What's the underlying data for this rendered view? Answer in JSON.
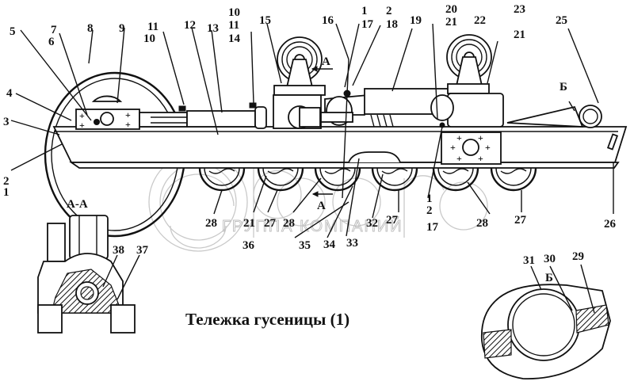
{
  "diagram": {
    "title": "Тележка гусеницы (1)",
    "section_labels": {
      "section_a_a": "А-А",
      "view_b_main": "Б",
      "view_b_detail": "Б",
      "arrow_a_top": "А",
      "arrow_a_bottom": "А"
    },
    "watermark": {
      "text": "ГРУППА КОМПАНИЙ",
      "brand_shape": "belarpo-logo"
    },
    "callouts_top": [
      "5",
      "7",
      "6",
      "8",
      "9",
      "11",
      "10",
      "12",
      "13",
      "10",
      "11",
      "14",
      "15",
      "16",
      "1",
      "17",
      "2",
      "18",
      "19",
      "20",
      "21",
      "22",
      "23",
      "21",
      "25",
      "Б"
    ],
    "callouts_left": [
      "4",
      "3",
      "2",
      "1"
    ],
    "callouts_bottom": [
      "28",
      "21",
      "27",
      "28",
      "36",
      "35",
      "34",
      "33",
      "32",
      "27",
      "1",
      "2",
      "17",
      "28",
      "27",
      "26"
    ],
    "callouts_section_aa": [
      "38",
      "37"
    ],
    "callouts_detail_b": [
      "31",
      "30",
      "29"
    ],
    "labels": {
      "c1": "1",
      "c2": "2",
      "c3": "3",
      "c4": "4",
      "c5": "5",
      "c6": "6",
      "c7": "7",
      "c8": "8",
      "c9": "9",
      "c10a": "10",
      "c11a": "11",
      "c10b": "10",
      "c11b": "11",
      "c14": "14",
      "c12": "12",
      "c13": "13",
      "c15": "15",
      "c16": "16",
      "c1b": "1",
      "c17a": "17",
      "c2b": "2",
      "c18": "18",
      "c19": "19",
      "c20": "20",
      "c21a": "21",
      "c22": "22",
      "c23": "23",
      "c21b": "21",
      "c25": "25",
      "c26": "26",
      "c28a": "28",
      "c21c": "21",
      "c27a": "27",
      "c28b": "28",
      "c36": "36",
      "c35": "35",
      "c34": "34",
      "c33": "33",
      "c32": "32",
      "c27b": "27",
      "c1c": "1",
      "c2c": "2",
      "c17b": "17",
      "c28c": "28",
      "c27c": "27",
      "c38": "38",
      "c37": "37",
      "c31": "31",
      "c30": "30",
      "c29": "29"
    },
    "colors": {
      "ink": "#111111",
      "paper": "#ffffff",
      "watermark": "#c9c9c9"
    }
  }
}
